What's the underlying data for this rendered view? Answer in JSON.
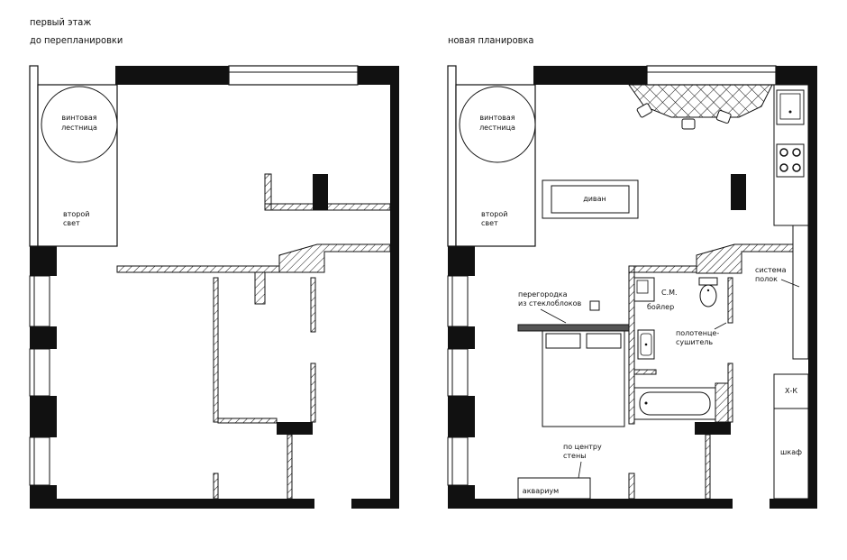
{
  "captions": {
    "before_line1": "первый этаж",
    "before_line2": "до перепланировки",
    "after": "новая планировка"
  },
  "before_labels": {
    "spiral_stair": [
      "винтовая",
      "лестница"
    ],
    "second_light": [
      "второй",
      "свет"
    ]
  },
  "after_labels": {
    "spiral_stair": [
      "винтовая",
      "лестница"
    ],
    "second_light": [
      "второй",
      "свет"
    ],
    "sofa": "диван",
    "washer": "С.М.",
    "boiler": "бойлер",
    "glass_partition": [
      "перегородка",
      "из стеклоблоков"
    ],
    "shelving": [
      "система",
      "полок"
    ],
    "towel_dryer": [
      "полотенце-",
      "сушитель"
    ],
    "fridge": "Х-К",
    "wardrobe": "шкаф",
    "wall_center": [
      "по центру",
      "стены"
    ],
    "aquarium": "аквариум"
  }
}
